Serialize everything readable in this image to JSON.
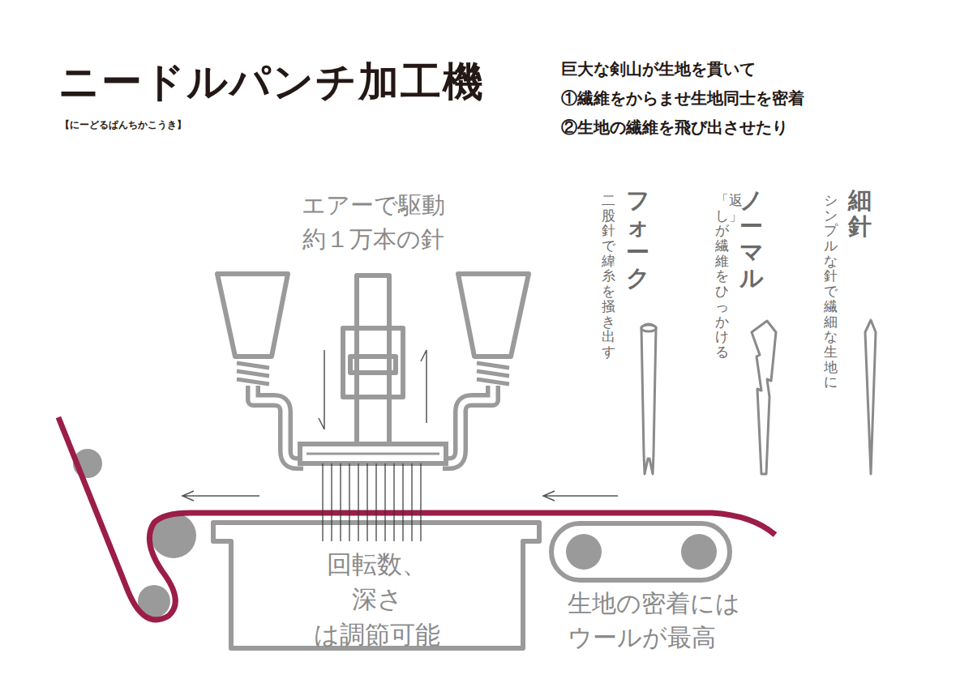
{
  "diagram": {
    "title": "ニードルパンチ加工機",
    "nodes": [
      {
        "text": [
          "回転数、深さ は調節可能"
        ]
      }
    ],
    "labels": [
      "【にーどるぱんちかこうき】",
      "巨大な剣山が生地を貫いて",
      "①繊維をからませ生地同士を密着",
      "②生地の繊維を飛び出させたり",
      "エアーで駆動 約１万本の針",
      "フォーク",
      "二股針で緯糸を掻き出す",
      "ノーマル",
      "「返し」が繊維をひっかける",
      "細針",
      "シンプルな針で繊細な生地に",
      "生地の密着には ウールが最高"
    ]
  }
}
